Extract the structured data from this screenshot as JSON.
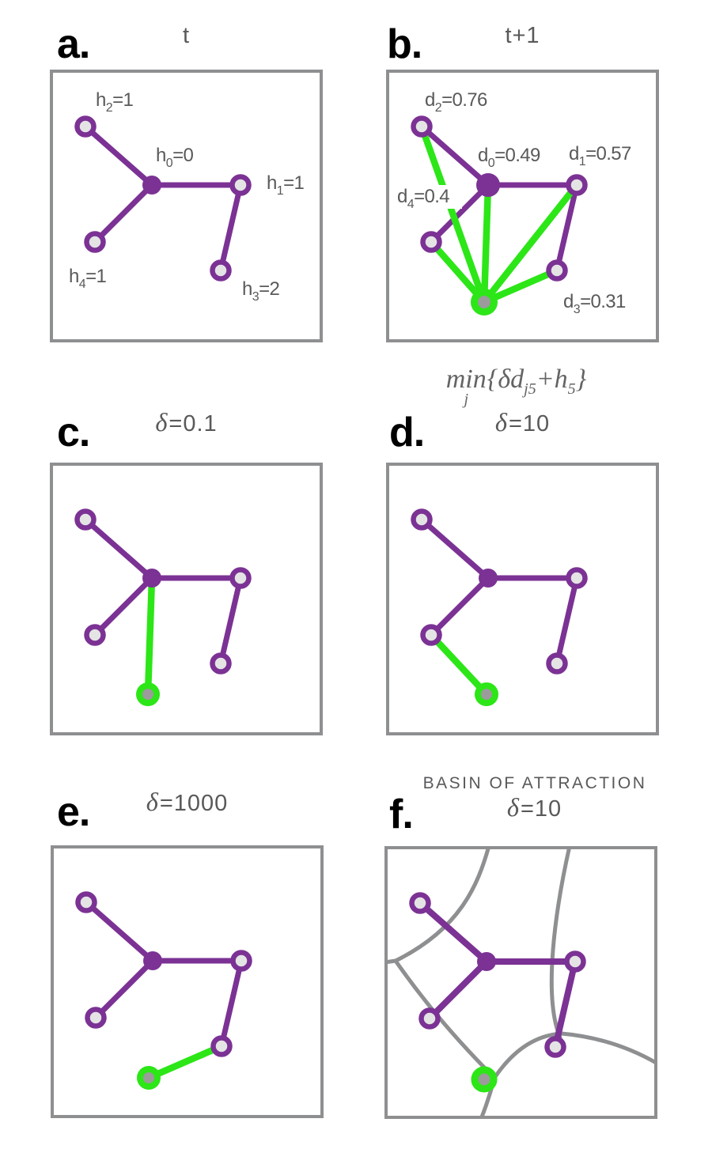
{
  "panels": {
    "a": {
      "letter": "a.",
      "title": "t",
      "labels": [
        {
          "base": "h",
          "sub": "2",
          "val": "=1"
        },
        {
          "base": "h",
          "sub": "0",
          "val": "=0"
        },
        {
          "base": "h",
          "sub": "1",
          "val": "=1"
        },
        {
          "base": "h",
          "sub": "4",
          "val": "=1"
        },
        {
          "base": "h",
          "sub": "3",
          "val": "=2"
        }
      ]
    },
    "b": {
      "letter": "b.",
      "title": "t+1",
      "labels": [
        {
          "base": "d",
          "sub": "2",
          "val": "=0.76"
        },
        {
          "base": "d",
          "sub": "0",
          "val": "=0.49"
        },
        {
          "base": "d",
          "sub": "1",
          "val": "=0.57"
        },
        {
          "base": "d",
          "sub": "4",
          "val": "=0.4"
        },
        {
          "base": "d",
          "sub": "3",
          "val": "=0.31"
        }
      ]
    },
    "c": {
      "letter": "c.",
      "delta": "δ",
      "delta_val": "=0.1"
    },
    "d": {
      "letter": "d.",
      "delta": "δ",
      "delta_val": "=10"
    },
    "e": {
      "letter": "e.",
      "delta": "δ",
      "delta_val": "=1000"
    },
    "f": {
      "letter": "f.",
      "heading": "BASIN OF ATTRACTION",
      "delta": "δ",
      "delta_val": "=10"
    }
  },
  "formula": {
    "min": "min",
    "min_sub": "j",
    "open": "{",
    "body1": "δd",
    "sub1": "j5",
    "body2": "+h",
    "sub2": "5",
    "close": "}"
  },
  "graph": {
    "nodes": [
      "node-0-center",
      "node-1",
      "node-2",
      "node-3",
      "node-4",
      "node-5-new"
    ],
    "purple_edges": [
      "0-2",
      "0-1",
      "0-4",
      "1-3"
    ],
    "panel_b_green_candidate_edges": [
      "5-2",
      "5-0",
      "5-1",
      "5-4",
      "5-3"
    ],
    "selected_green_edge": {
      "c": "5-0",
      "d": "5-4",
      "e": "5-3"
    },
    "panel_f_content": "basin boundary curves, no green edge"
  },
  "colors": {
    "purple": "#7b3294",
    "green": "#2ce617",
    "node_fill": "#e4e4e5",
    "new_node_core": "#9b9b9b",
    "boundary_gray": "#8e8f91",
    "text_gray": "#58595b",
    "letter_black": "#000000"
  }
}
